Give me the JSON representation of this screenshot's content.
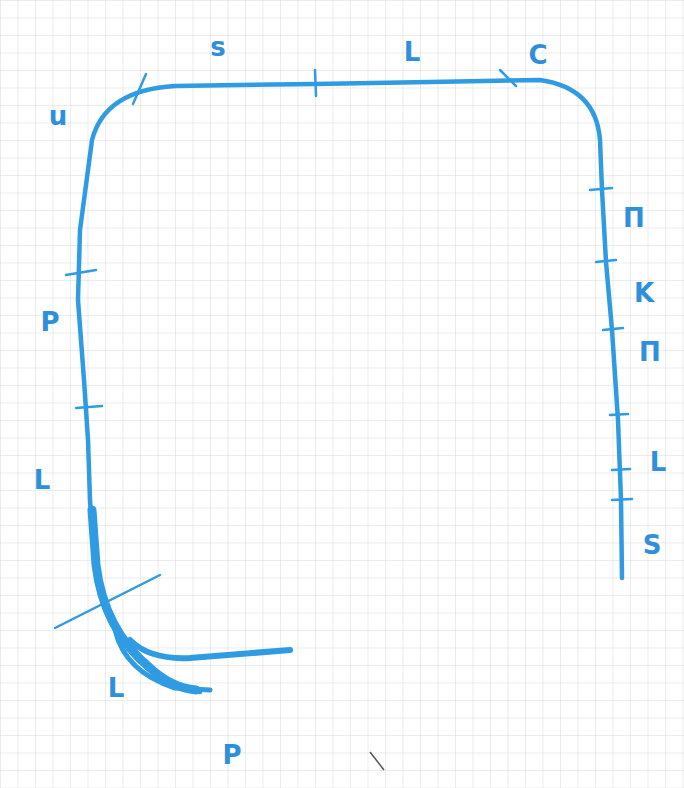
{
  "diagram": {
    "labels": [
      "s",
      "L",
      "C",
      "u",
      "П",
      "K",
      "P",
      "П",
      "L",
      "L",
      "S",
      "L",
      "P"
    ]
  }
}
